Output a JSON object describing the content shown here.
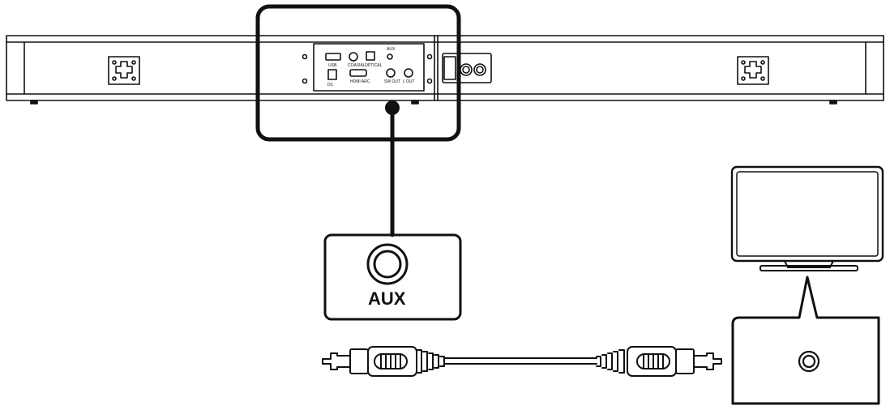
{
  "soundbar": {
    "ports": {
      "usb": "USB",
      "coaxial": "COAXIAL",
      "optical": "OPTICAL",
      "aux": "AUX",
      "hdmi": "HDMI ARC",
      "sw_out": "SW OUT",
      "l_out": "L OUT",
      "dc": "DC"
    }
  },
  "callout": {
    "label": "AUX"
  },
  "colors": {
    "line": "#111111",
    "background": "#ffffff"
  }
}
